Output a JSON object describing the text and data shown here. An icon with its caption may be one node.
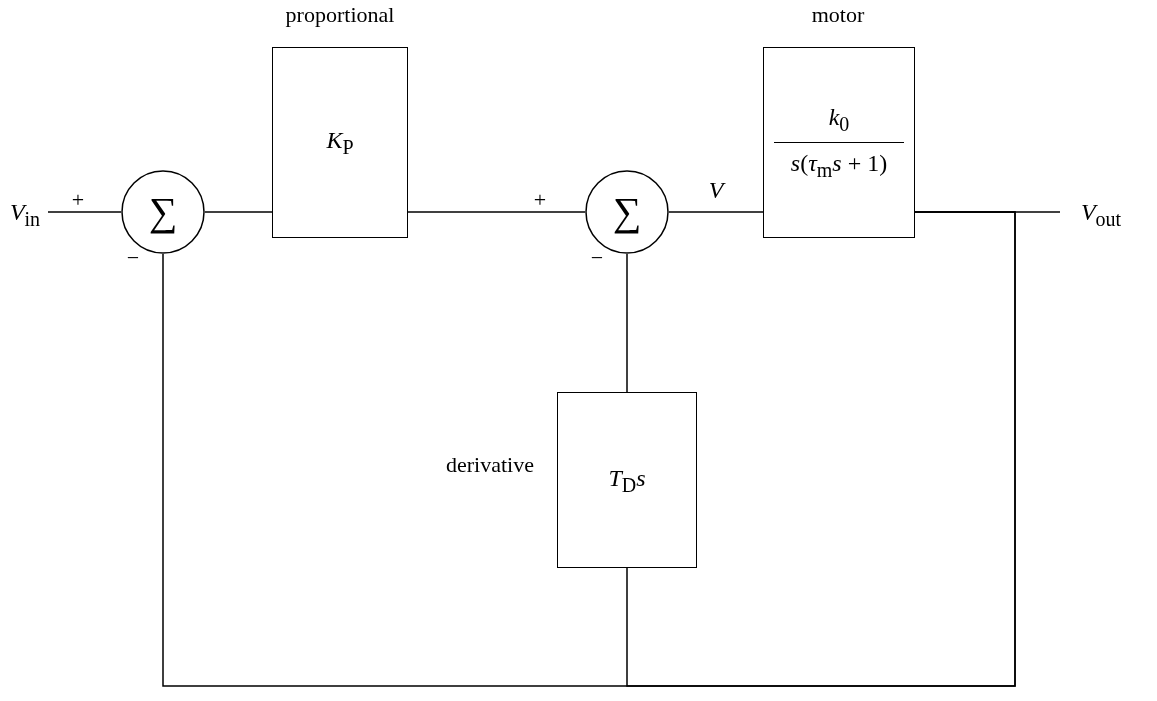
{
  "diagram": {
    "nodes": [
      {
        "text": [
          "*V*$_{in}$"
        ]
      },
      {
        "text": [
          "∑"
        ],
        "beside": [
          "+",
          "−"
        ]
      },
      {
        "text": [
          "*K*$_{P}$"
        ],
        "beside": [
          "proportional"
        ]
      },
      {
        "text": [
          "∑"
        ],
        "beside": [
          "+",
          "−"
        ]
      },
      {
        "text": [
          "*k*$_{0}$",
          "*s*(*τ*$_{m}$*s* + 1)"
        ],
        "beside": [
          "motor"
        ]
      },
      {
        "text": [
          "*V*$_{out}$"
        ]
      },
      {
        "text": [
          "*T*$_{D}$*s*"
        ],
        "beside": [
          "derivative"
        ]
      }
    ],
    "edges": [
      {
        "from": 0,
        "to": 1,
        "arrow": "none"
      },
      {
        "from": 1,
        "to": 2,
        "arrow": "none"
      },
      {
        "from": 2,
        "to": 3,
        "arrow": "none"
      },
      {
        "from": 3,
        "to": 4,
        "arrow": "none",
        "label": "V"
      },
      {
        "from": 4,
        "to": 5,
        "arrow": "none"
      },
      {
        "from": 4,
        "to": 1,
        "arrow": "none"
      },
      {
        "from": 4,
        "to": 6,
        "arrow": "none"
      },
      {
        "from": 6,
        "to": 3,
        "arrow": "none"
      }
    ]
  }
}
